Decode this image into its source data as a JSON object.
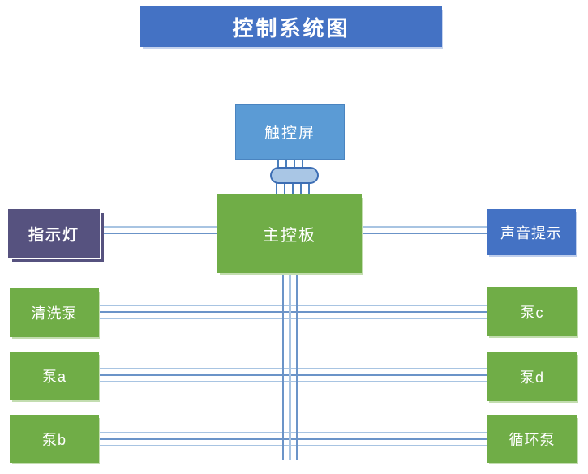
{
  "diagram": {
    "title": "控制系统图",
    "nodes": {
      "touchscreen": "触控屏",
      "mainboard": "主控板",
      "indicator": "指示灯",
      "sound": "声音提示",
      "wash_pump": "清洗泵",
      "pump_a": "泵a",
      "pump_b": "泵b",
      "pump_c": "泵c",
      "pump_d": "泵d",
      "circulation_pump": "循环泵"
    },
    "edges": [
      {
        "from": "touchscreen",
        "to": "mainboard",
        "wires": 5,
        "via": "cable-connector"
      },
      {
        "from": "mainboard",
        "to": "indicator",
        "wires": 2
      },
      {
        "from": "mainboard",
        "to": "sound",
        "wires": 2
      },
      {
        "from": "mainboard",
        "to": "pump-bus",
        "wires": 3
      },
      {
        "from": "wash_pump",
        "to": "pump_c",
        "wires": 3
      },
      {
        "from": "pump_a",
        "to": "pump_d",
        "wires": 3
      },
      {
        "from": "pump_b",
        "to": "circulation_pump",
        "wires": 3
      }
    ],
    "colors": {
      "title_blue": "#4472c4",
      "touchscreen_blue": "#5b9bd5",
      "board_green": "#70ad47",
      "indicator_purple": "#56527f",
      "sound_blue": "#4472c4",
      "wire_light": "#a8c4e2",
      "wire_medium": "#6b94c8",
      "wire_dark": "#4a7ebb",
      "capsule_fill": "#a9c6e5",
      "capsule_border": "#3d6eb4"
    }
  }
}
